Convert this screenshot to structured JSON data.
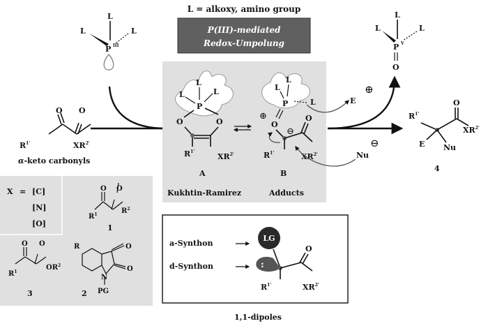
{
  "header": {
    "definition": "L = alkoxy, amino group",
    "banner_line1": "P(III)-mediated",
    "banner_line2": "Redox-Umpolung"
  },
  "reagent": {
    "ligand": "L",
    "atom": "P",
    "oxidation": "III"
  },
  "oxide": {
    "ligand": "L",
    "atom": "P",
    "oxidation": "V",
    "oxygen": "O"
  },
  "substrate": {
    "r_label": "R",
    "r_sup": "1'",
    "x_label": "XR",
    "x_sup": "2'",
    "oxygen": "O",
    "caption_prefix": "α",
    "caption": "-keto   carbonyls"
  },
  "mechanism": {
    "intermediate_a_label": "A",
    "intermediate_b_label": "B",
    "caption_left": "Kukhtin-Ramirez",
    "caption_right": "Adducts",
    "ligand": "L",
    "atom": "P",
    "oxygen": "O",
    "r_label": "R",
    "r_sup": "1'",
    "x_label": "XR",
    "x_sup": "2'",
    "plus": "⊕",
    "minus": "⊖"
  },
  "reagents_in": {
    "electrophile": "E",
    "electrophile_charge": "⊕",
    "nucleophile": "Nu",
    "nucleophile_charge": "⊖"
  },
  "product": {
    "label": "4",
    "r_label": "R",
    "r_sup": "1'",
    "x_label": "XR",
    "x_sup": "2'",
    "e_label": "E",
    "nu_label": "Nu",
    "oxygen": "O"
  },
  "x_panel": {
    "x_label": "X",
    "equals": "=",
    "options": [
      "[C]",
      "[N]",
      "[O]"
    ]
  },
  "compound1": {
    "label": "1",
    "r1": "R",
    "r1_sup": "1",
    "r2": "R",
    "r2_sup": "2",
    "oxygen": "O"
  },
  "compound2": {
    "label": "2",
    "r": "R",
    "n_label": "N",
    "pg": "PG",
    "oxygen": "O"
  },
  "compound3": {
    "label": "3",
    "r1": "R",
    "r1_sup": "1",
    "or2": "OR",
    "or2_sup": "2",
    "oxygen": "O"
  },
  "synthon_box": {
    "a_synthon": "a-Synthon",
    "d_synthon": "d-Synthon",
    "lg": "LG",
    "lone_pair": ":",
    "r_label": "R",
    "r_sup": "1'",
    "x_label": "XR",
    "x_sup": "2'",
    "oxygen": "O"
  },
  "footer": {
    "caption": "1,1-dipoles"
  },
  "colors": {
    "panel_gray": "#e0e0e0",
    "banner_dark": "#606060",
    "banner_text": "#ffffff",
    "lg_circle": "#2a2a2a",
    "lobe_fill": "#555555",
    "atom_dot": "#666666"
  }
}
